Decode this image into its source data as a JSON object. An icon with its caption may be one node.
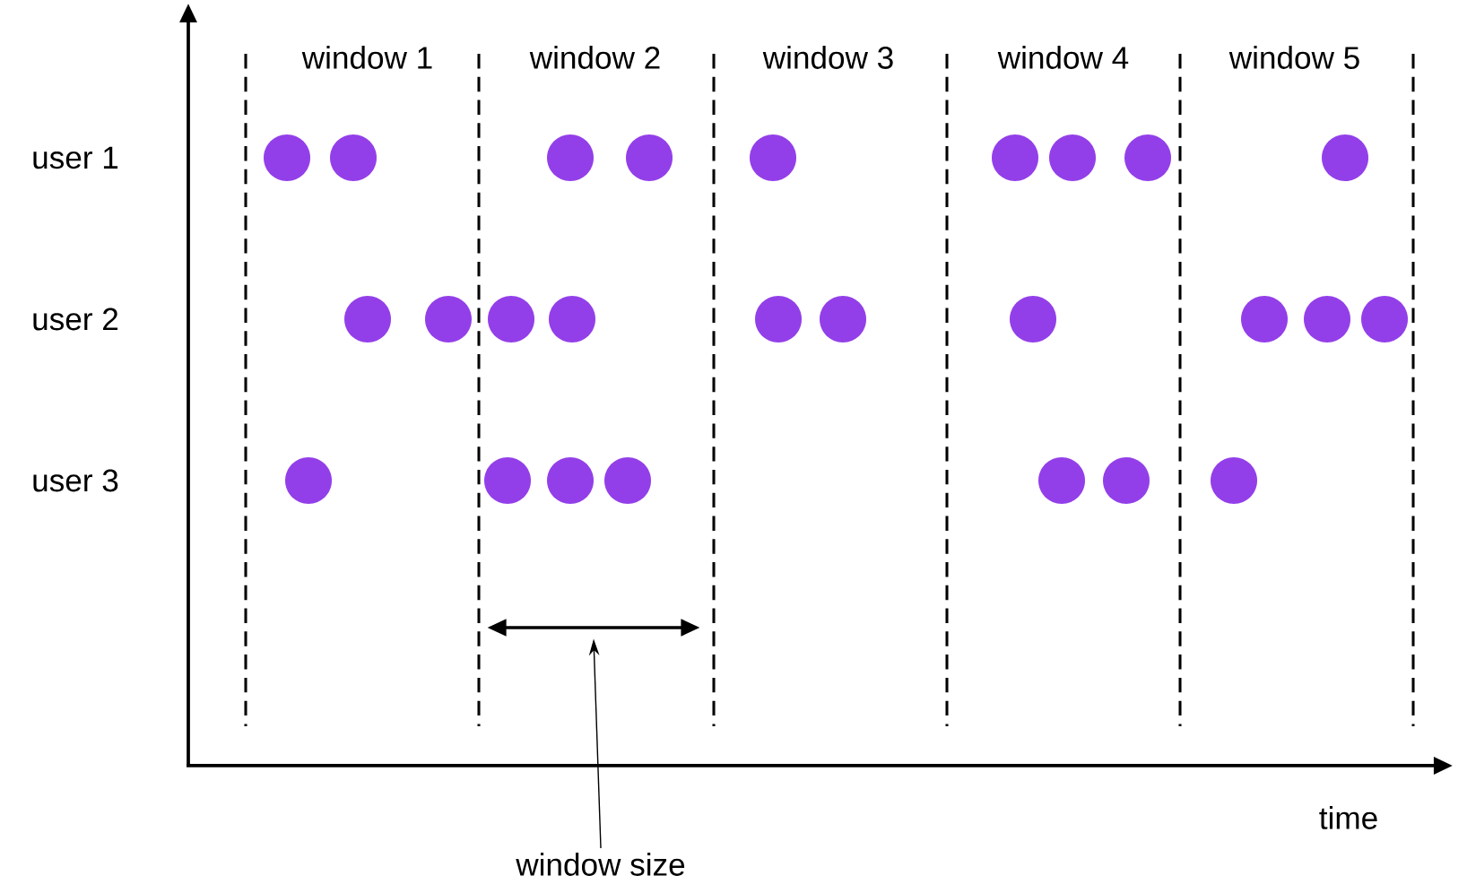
{
  "diagram": {
    "nodes": [
      {
        "text": [
          "window size"
        ]
      },
      {
        "text": [],
        "shape": "arrow"
      }
    ],
    "edges": [
      {
        "from": 0,
        "to": 1,
        "arrow": "to"
      }
    ],
    "labels": [
      "window 1",
      "window 2",
      "window 3",
      "window 4",
      "window 5",
      "user 1",
      "user 2",
      "user 3",
      "time"
    ]
  }
}
